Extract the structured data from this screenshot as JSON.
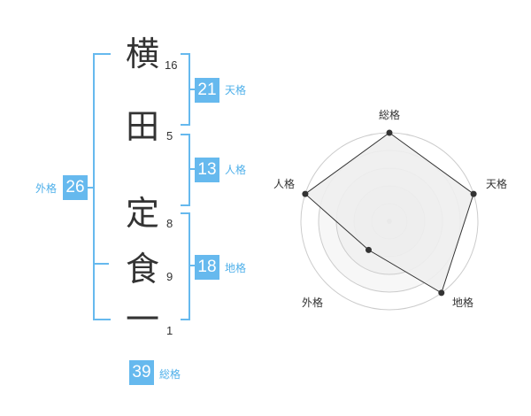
{
  "characters": [
    {
      "char": "横",
      "strokes": "16"
    },
    {
      "char": "田",
      "strokes": "5"
    },
    {
      "char": "定",
      "strokes": "8"
    },
    {
      "char": "食",
      "strokes": "9"
    },
    {
      "char": "一",
      "strokes": "1"
    }
  ],
  "kaku": {
    "tenkaku": {
      "value": "21",
      "label": "天格"
    },
    "jinkaku": {
      "value": "13",
      "label": "人格"
    },
    "chikaku": {
      "value": "18",
      "label": "地格"
    },
    "gaikaku": {
      "value": "26",
      "label": "外格"
    },
    "soukaku": {
      "value": "39",
      "label": "総格"
    }
  },
  "radar": {
    "axes": [
      "総格",
      "天格",
      "地格",
      "外格",
      "人格"
    ],
    "levels": 5,
    "values": [
      5,
      5,
      5,
      2,
      5
    ],
    "max": 5
  },
  "colors": {
    "accent": "#66b9ee",
    "label": "#4fb0ea",
    "text": "#333333"
  }
}
